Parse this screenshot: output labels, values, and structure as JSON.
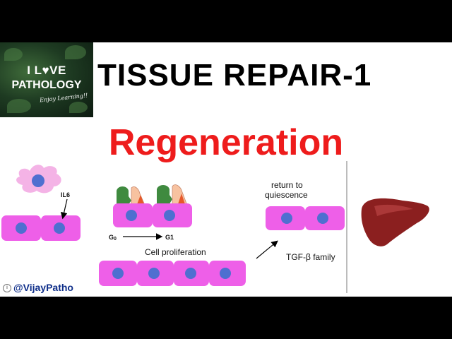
{
  "logo": {
    "line1": "I L♥VE",
    "line2": "PATHOLOGY",
    "tagline": "Enjoy Learning!!"
  },
  "title": "TISSUE REPAIR-1",
  "subtitle": "Regeneration",
  "labels": {
    "il6": "IL6",
    "g0": "G",
    "g0_sub": "0",
    "g1": "G1",
    "cell_proliferation": "Cell proliferation",
    "return_line1": "return to",
    "return_line2": "quiescence",
    "tgf": "TGF-β family"
  },
  "footer": {
    "handle": "@VijayPatho"
  },
  "colors": {
    "cell": "#ee5fe8",
    "nucleus": "#4f6fd0",
    "macrophage": "#f4b3e6",
    "title_red": "#ee1c1c",
    "liver": "#8b1f1f"
  }
}
